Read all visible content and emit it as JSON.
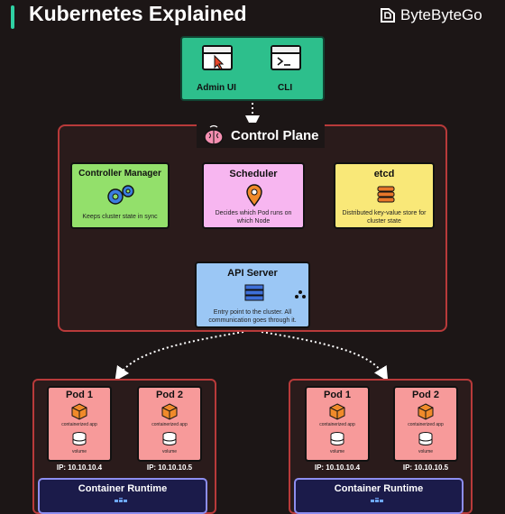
{
  "header": {
    "title": "Kubernetes Explained",
    "brand": "ByteByteGo",
    "accent_color": "#2fd1a3"
  },
  "clients": {
    "admin_ui_label": "Admin UI",
    "cli_label": "CLI",
    "color": "#2dbf8c"
  },
  "control_plane": {
    "title": "Control Plane",
    "icon": "brain-icon",
    "controller_manager": {
      "title": "Controller Manager",
      "desc": "Keeps cluster state in sync",
      "icon": "gears-icon",
      "color": "#93e06b"
    },
    "scheduler": {
      "title": "Scheduler",
      "desc": "Decides which Pod runs on which Node",
      "icon": "location-pin-icon",
      "color": "#f7b6f0"
    },
    "etcd": {
      "title": "etcd",
      "desc": "Distributed key-value store for cluster state",
      "icon": "database-stack-icon",
      "color": "#f9e878"
    },
    "api_server": {
      "title": "API Server",
      "desc": "Entry point to the cluster. All communication goes through it.",
      "icon": "server-icon",
      "color": "#9bc7f5"
    }
  },
  "nodes": [
    {
      "pods": [
        {
          "title": "Pod 1",
          "app": "containerized app",
          "volume": "volume",
          "ip": "IP: 10.10.10.4"
        },
        {
          "title": "Pod 2",
          "app": "containerized app",
          "volume": "volume",
          "ip": "IP: 10.10.10.5"
        }
      ],
      "runtime": "Container Runtime"
    },
    {
      "pods": [
        {
          "title": "Pod 1",
          "app": "containerized app",
          "volume": "volume",
          "ip": "IP: 10.10.10.4"
        },
        {
          "title": "Pod 2",
          "app": "containerized app",
          "volume": "volume",
          "ip": "IP: 10.10.10.5"
        }
      ],
      "runtime": "Container Runtime"
    }
  ]
}
